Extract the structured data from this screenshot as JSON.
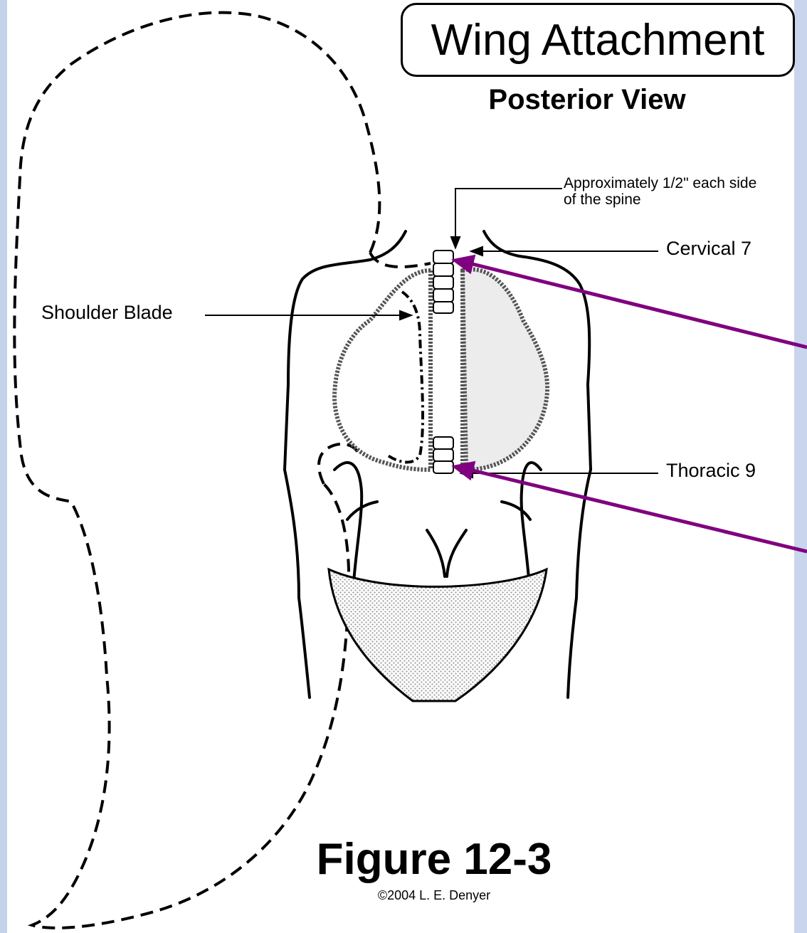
{
  "title": "Wing Attachment",
  "subtitle": "Posterior View",
  "labels": {
    "note_line1": "Approximately 1/2\" each side",
    "note_line2": "of the spine",
    "cervical": "Cervical 7",
    "shoulder": "Shoulder Blade",
    "thoracic": "Thoracic 9"
  },
  "figure": {
    "caption": "Figure 12-3",
    "copyright": "©2004 L. E. Denyer"
  },
  "colors": {
    "background": "#c9d6ec",
    "arrow_purple": "#800080",
    "wing_fill": "#ececec",
    "line": "#000000"
  }
}
